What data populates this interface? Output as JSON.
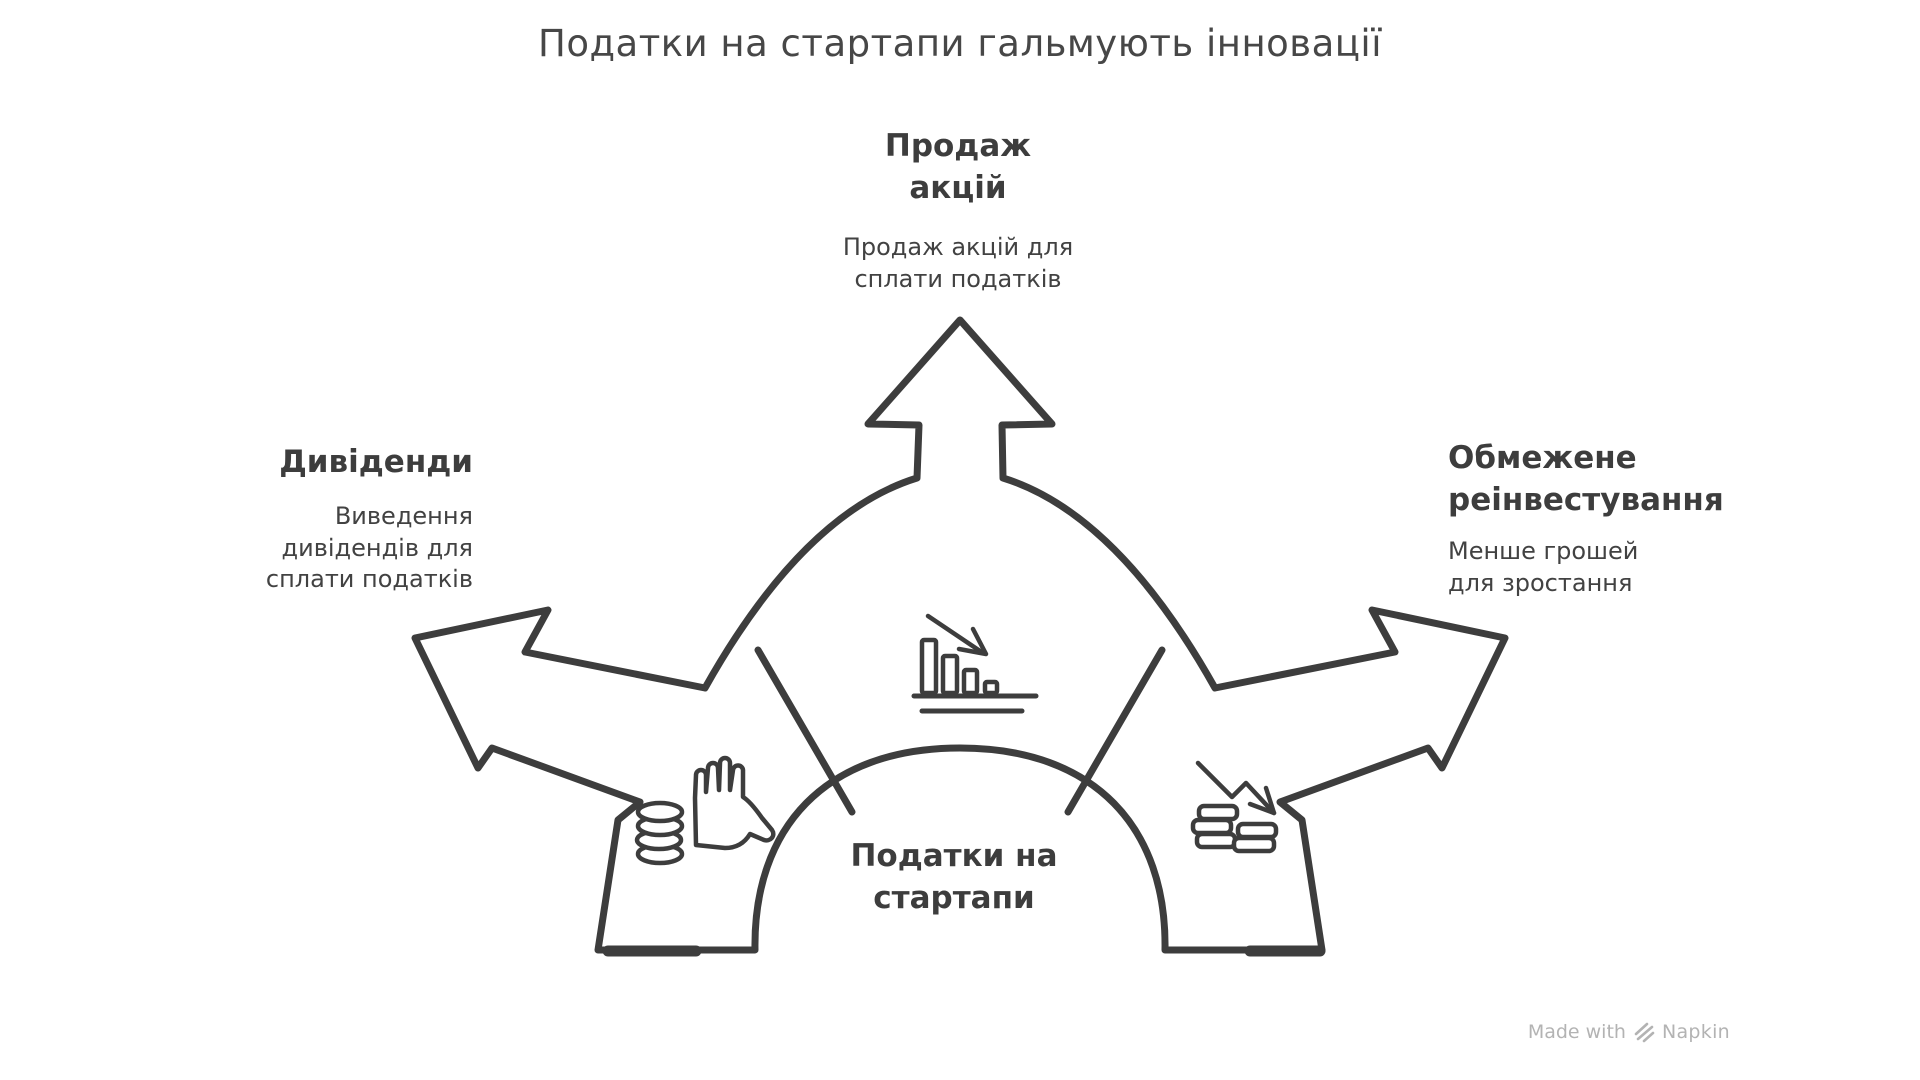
{
  "title": "Податки на стартапи гальмують інновації",
  "center": {
    "label": "Податки на\nстартапи"
  },
  "branches": {
    "top": {
      "heading": "Продаж\nакцій",
      "description": "Продаж акцій для\nсплати податків",
      "icon": "declining-bar-chart-icon"
    },
    "left": {
      "heading": "Дивіденди",
      "description": "Виведення\nдивідендів для\nсплати податків",
      "icon": "hand-with-coins-icon"
    },
    "right": {
      "heading": "Обмежене\nреінвестування",
      "description": "Менше грошей\nдля зростання",
      "icon": "money-stacks-decline-icon"
    }
  },
  "footer": {
    "prefix": "Made with",
    "brand": "Napkin"
  },
  "colors": {
    "ink": "#3d3d3d",
    "text": "#3f3f3f",
    "muted": "#b3b3b3",
    "background": "#ffffff"
  }
}
